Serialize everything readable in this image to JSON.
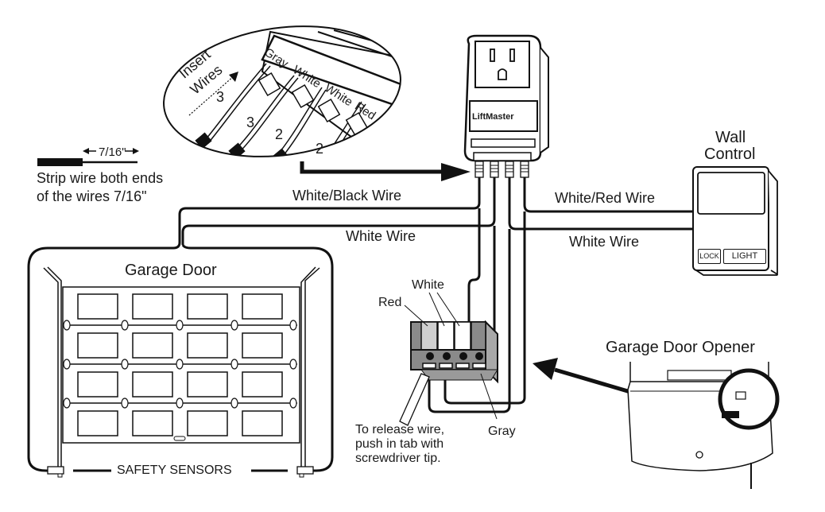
{
  "strip": {
    "measure": "7/16\"",
    "line1": "Strip wire both ends",
    "line2": "of the wires 7/16\""
  },
  "inset": {
    "insert_label_1": "Insert",
    "insert_label_2": "Wires",
    "terminals": [
      "Gray",
      "White",
      "White",
      "Red"
    ],
    "twist_counts": [
      "3",
      "3",
      "2",
      "2"
    ]
  },
  "device": {
    "brand": "LiftMaster"
  },
  "wires": {
    "left_top": "White/Black Wire",
    "left_bottom": "White Wire",
    "right_top": "White/Red Wire",
    "right_bottom": "White Wire"
  },
  "wall_control": {
    "title_1": "Wall",
    "title_2": "Control",
    "lock_button": "LOCK",
    "light_button": "LIGHT"
  },
  "garage_door": {
    "title": "Garage Door",
    "sensors_label": "SAFETY SENSORS"
  },
  "terminal_block": {
    "red_label": "Red",
    "white_label": "White",
    "gray_label": "Gray",
    "release_note_1": "To release wire,",
    "release_note_2": "push in tab with",
    "release_note_3": "screwdriver tip."
  },
  "opener": {
    "title": "Garage Door Opener"
  }
}
